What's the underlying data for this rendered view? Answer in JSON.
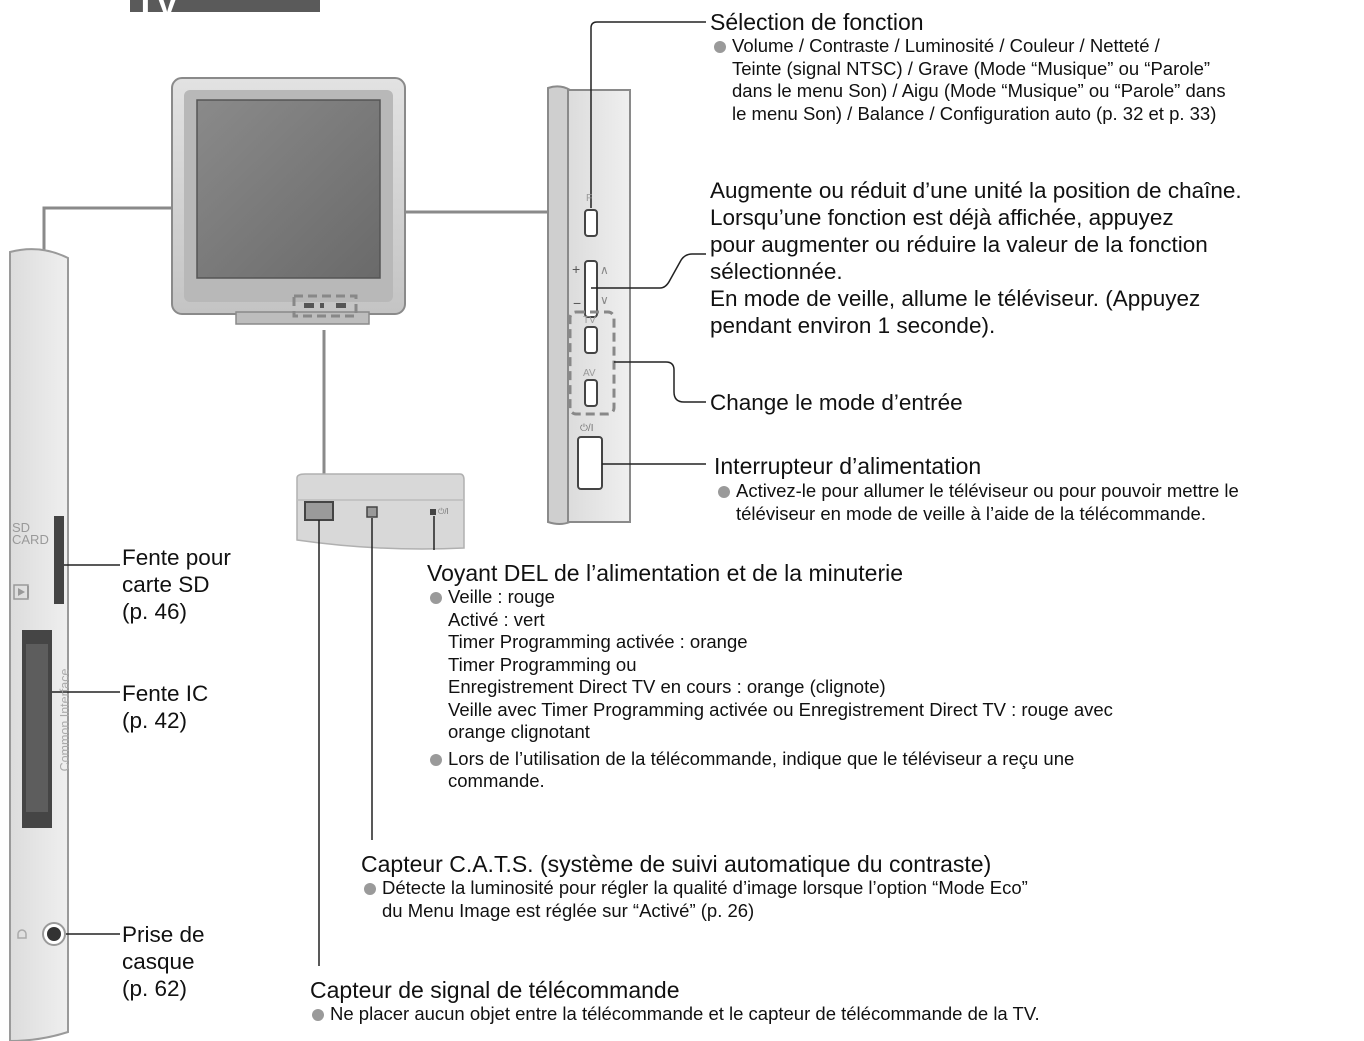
{
  "header": {
    "tab_label": "TV"
  },
  "panel_labels": {
    "sd_line1": "SD",
    "sd_line2": "CARD",
    "common_interface": "Common Interface",
    "btn_f": "F",
    "btn_plus": "+",
    "btn_minus": "−",
    "btn_up": "∧",
    "btn_down": "∨",
    "btn_tv": "TV",
    "btn_av": "AV",
    "btn_power": "⏻/I",
    "led_power": "⏻/I"
  },
  "function_select": {
    "title": "Sélection de fonction",
    "lines": [
      "Volume / Contraste / Luminosité / Couleur / Netteté /",
      "Teinte (signal NTSC) / Grave (Mode “Musique” ou “Parole”",
      "dans le menu Son) / Aigu (Mode “Musique” ou “Parole” dans",
      "le menu Son) / Balance / Configuration auto (p. 32 et p. 33)"
    ]
  },
  "channel_updown": {
    "lines": [
      "Augmente ou réduit d’une unité la position de chaîne.",
      "Lorsqu’une fonction est déjà affichée, appuyez",
      "pour augmenter ou réduire la valeur de la fonction",
      "sélectionnée.",
      "En mode de veille, allume le téléviseur. (Appuyez",
      "pendant environ 1 seconde)."
    ]
  },
  "input_mode": {
    "text": "Change le mode d’entrée"
  },
  "power_switch": {
    "title": "Interrupteur d’alimentation",
    "lines": [
      "Activez-le pour allumer le téléviseur ou pour pouvoir mettre le",
      "téléviseur en mode de veille à l’aide de la télécommande."
    ]
  },
  "led": {
    "title": "Voyant DEL de l’alimentation et de la minuterie",
    "item1": [
      "Veille : rouge",
      "Activé : vert",
      "Timer Programming activée : orange",
      "Timer Programming ou",
      "Enregistrement Direct TV en cours : orange (clignote)",
      "Veille avec Timer Programming activée ou Enregistrement Direct TV : rouge avec",
      "orange clignotant"
    ],
    "item2": [
      "Lors de l’utilisation de la télécommande, indique que le téléviseur a reçu une",
      "commande."
    ]
  },
  "cats": {
    "title": "Capteur C.A.T.S. (système de suivi automatique du contraste)",
    "lines": [
      "Détecte la luminosité pour régler la qualité d’image lorsque l’option “Mode Eco”",
      "du Menu Image est réglée sur “Activé” (p. 26)"
    ]
  },
  "remote_sensor": {
    "title": "Capteur de signal de télécommande",
    "lines": [
      "Ne placer aucun objet entre la télécommande et le capteur de télécommande de la TV."
    ]
  },
  "sd_slot": {
    "lines": [
      "Fente pour",
      "carte SD",
      "(p. 46)"
    ]
  },
  "ic_slot": {
    "lines": [
      "Fente IC",
      "(p. 42)"
    ]
  },
  "headphone": {
    "lines": [
      "Prise de",
      "casque",
      "(p. 62)"
    ]
  }
}
